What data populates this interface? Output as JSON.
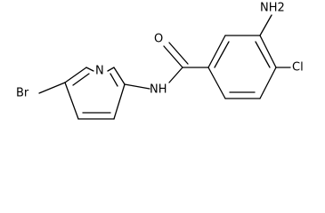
{
  "labels": {
    "bromine": "Br",
    "pyridine_nitrogen": "N",
    "amide_nh": "NH",
    "carbonyl_oxygen": "O",
    "amino": "NH2",
    "chlorine": "Cl"
  }
}
